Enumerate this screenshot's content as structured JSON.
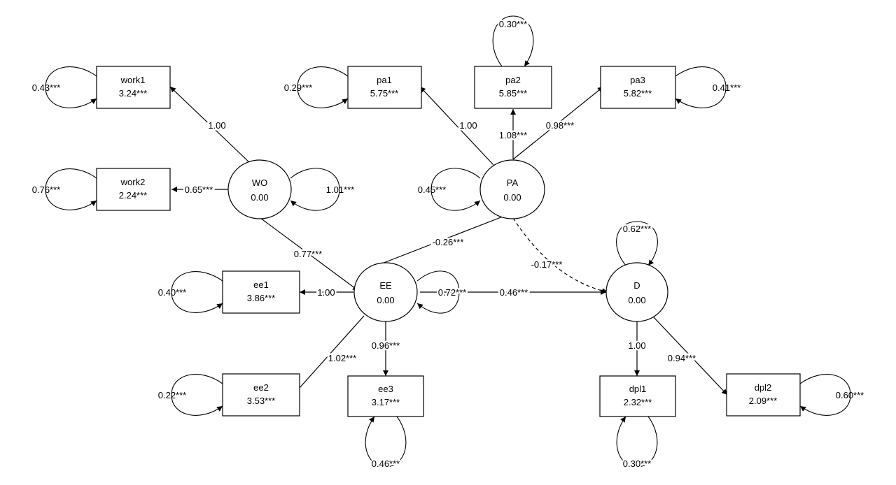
{
  "colors": {
    "line": "#000000",
    "background": "#ffffff"
  },
  "observed": {
    "work1": {
      "name": "work1",
      "mean": "3.24***",
      "var": "0.43***"
    },
    "work2": {
      "name": "work2",
      "mean": "2.24***",
      "var": "0.76***"
    },
    "pa1": {
      "name": "pa1",
      "mean": "5.75***",
      "var": "0.29***"
    },
    "pa2": {
      "name": "pa2",
      "mean": "5.85***",
      "var": "0.30***"
    },
    "pa3": {
      "name": "pa3",
      "mean": "5.82***",
      "var": "0.41***"
    },
    "ee1": {
      "name": "ee1",
      "mean": "3.86***",
      "var": "0.40***"
    },
    "ee2": {
      "name": "ee2",
      "mean": "3.53***",
      "var": "0.22***"
    },
    "ee3": {
      "name": "ee3",
      "mean": "3.17***",
      "var": "0.46***"
    },
    "dpl1": {
      "name": "dpl1",
      "mean": "2.32***",
      "var": "0.30***"
    },
    "dpl2": {
      "name": "dpl2",
      "mean": "2.09***",
      "var": "0.60***"
    }
  },
  "latent": {
    "WO": {
      "name": "WO",
      "mean": "0.00",
      "var": "1.01***"
    },
    "PA": {
      "name": "PA",
      "mean": "0.00",
      "var": "0.45***"
    },
    "EE": {
      "name": "EE",
      "mean": "0.00",
      "var": "0.72***"
    },
    "D": {
      "name": "D",
      "mean": "0.00",
      "var": "0.62***"
    }
  },
  "paths": {
    "wo_work1": "1.00",
    "wo_work2": "0.65***",
    "pa_pa1": "1.00",
    "pa_pa2": "1.08***",
    "pa_pa3": "0.98***",
    "wo_ee": "0.77***",
    "ee_pa": "-0.26***",
    "pa_d": "-0.17***",
    "ee_d": "0.46***",
    "ee_ee1": "1.00",
    "ee_ee2": "1.02***",
    "ee_ee3": "0.96***",
    "d_dpl1": "1.00",
    "d_dpl2": "0.94***"
  }
}
